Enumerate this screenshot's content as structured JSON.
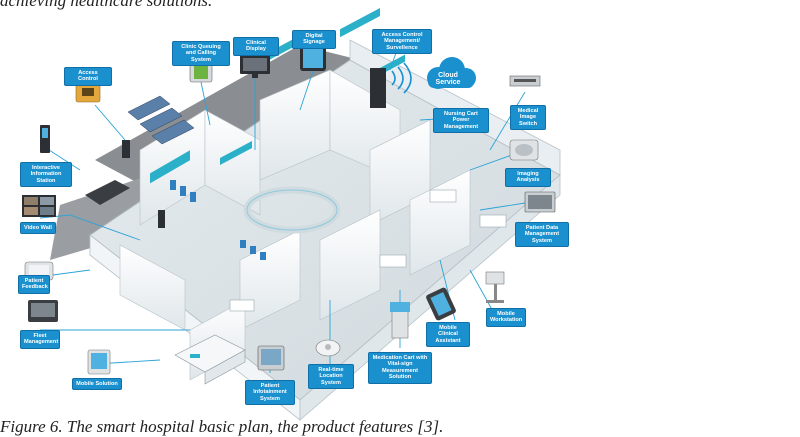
{
  "header": {
    "intro_text": "achieving healthcare solutions."
  },
  "caption": {
    "text": "Figure 6. The smart hospital basic plan, the product features [3]."
  },
  "cloud": {
    "label": "Cloud Service"
  },
  "labels": {
    "access_control": "Access Control",
    "clinic_queuing": "Clinic Queuing and Calling System",
    "clinical_display": "Clinical Display",
    "digital_signage": "Digital Signage",
    "access_control_mgmt": "Access Control Management/ Survellence",
    "nursing_cart": "Nursing Cart Power Management",
    "medical_image_switch": "Medical Image Switch",
    "imaging_analysis": "Imaging Analysis",
    "patient_data": "Patient Data Management System",
    "interactive_info": "Interactive Information Station",
    "video_wall": "Video Wall",
    "patient_feedback": "Patient Feedback",
    "fleet_management": "Fleet Management",
    "mobile_solution": "Mobile Solution",
    "patient_infotainment": "Patient Infotainment System",
    "rtls": "Real-time Location System",
    "medication_cart": "Medication Cart with Vital-sign Measurement Solution",
    "mobile_clinical": "Mobile Clinical Assistant",
    "mobile_workstation": "Mobile Workstation"
  },
  "colors": {
    "accent": "#1a90cf",
    "wall": "#eef3f5",
    "floor": "#d8dfe3"
  }
}
